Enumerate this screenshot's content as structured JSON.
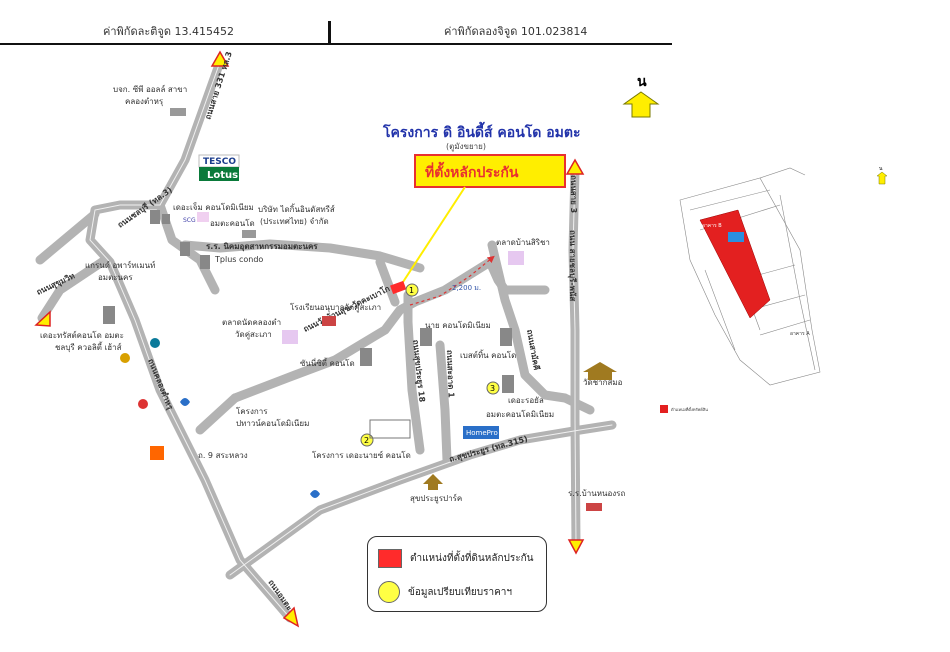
{
  "header": {
    "latitude_label": "ค่าพิกัดละติจูด 13.415452",
    "longitude_label": "ค่าพิกัดลองจิจูด 101.023814"
  },
  "north_label": "น",
  "north_label_small": "น",
  "project": {
    "title": "โครงการ ดิ อินดี้ส์ คอนโด อมตะ",
    "subtitle": "(ตูมังขยาย)",
    "collateral_callout": "ที่ตั้งหลักประกัน",
    "distance": "2,200 ม."
  },
  "roads": {
    "r331": "ถนนสาย 331 ทล.3",
    "r3466": "ถนนชลบุรี (ทล.3)",
    "sukhumvit": "ถนนสุขุมวิท",
    "rong_phayaban": "ถนนวัดบ้านสุข-วัดคะเบาโก",
    "khlong_tam_ru": "ถนนคลองตำหรุ",
    "road_18": "ถนนสุขประยูร 18",
    "road_1": "ถนนสะอาด 1",
    "samakkhi": "ถนนสามัคคี",
    "road_315": "ถ.สุขประยูร (ทล.315)",
    "road_7": "ถนนอมตะ",
    "road_9": "ถ. 9 สระหลวง",
    "right_vertical": "ถนนสาย 3",
    "right_vertical_2": "ถนน สายชลบุรี-พนัส"
  },
  "places": {
    "cp_all": "บจก. ซีพี ออลล์ สาขา",
    "cp_all_2": "คลองตำหรุ",
    "tesco_top": "TESCO",
    "tesco_bottom": "Lotus",
    "the_gem": "เดอะเจ็ม คอนโดมิเนียม",
    "scg": "SCG",
    "amata_condo": "อมตะคอนโด",
    "daikin": "บริษัท ไดกิ้นอินดัสทรีส์",
    "daikin_2": "(ประเทศไทย) จำกัด",
    "industrial_estate": "ร.ร. นิคมอุตสาหกรรมอมตะนคร",
    "tplus": "Tplus condo",
    "grand_amata": "แกรนด์ อพาร์ทเมนท์",
    "grand_amata_2": "อมตะนคร",
    "the_trust": "เดอะทรัสต์คอนโด อมตะ",
    "the_trust_2": "ชลบุรี ควอลิตี้ เฮ้าส์",
    "market_ban_suk": "ตลาดบ้านสิริชา",
    "school": "โรงเรียนอนุบาลวัดคู่สะเภา",
    "market_wat": "ตลาดนัดคลองตำ",
    "market_wat_2": "วัดคู่สะเภา",
    "nai_condo": "นาย คอนโดมิเนียม",
    "sun_condo": "ซันนี่ซิตี้ คอนโด",
    "best_condo": "เบสต์ทิ้น คอนโด",
    "the_royal": "เดอะรอยัล",
    "the_royal_2": "อมตะคอนโดมิเนียม",
    "wat_tha_sa": "วัดชากสมอ",
    "project_condo": "โครงการ",
    "project_condo_2": "ปทาวน์คอนโดมิเนียม",
    "the_lake_condo": "โครงการ เดอะนายซ์ คอนโด",
    "homepro": "HomePro",
    "park": "สุขประยูรปาร์ค",
    "school_2": "ร.ร.บ้านหนองรถ"
  },
  "markers": [
    "1",
    "2",
    "3"
  ],
  "legend": {
    "collateral": "ตำแหน่งที่ตั้งที่ดินหลักประกัน",
    "comparison": "ข้อมูลเปรียบเทียบราคาฯ"
  },
  "plan": {
    "building_b": "อาคาร B",
    "building_a": "อาคาร A",
    "legend_label": "ตำแหน่งที่ตั้งทรัพย์สิน"
  },
  "colors": {
    "road": "#b3b3b3",
    "collateral": "#ff2b2b",
    "marker": "#ffff44",
    "arrow": "#ffee00",
    "title": "#2233aa",
    "callout_border": "#e83030"
  }
}
